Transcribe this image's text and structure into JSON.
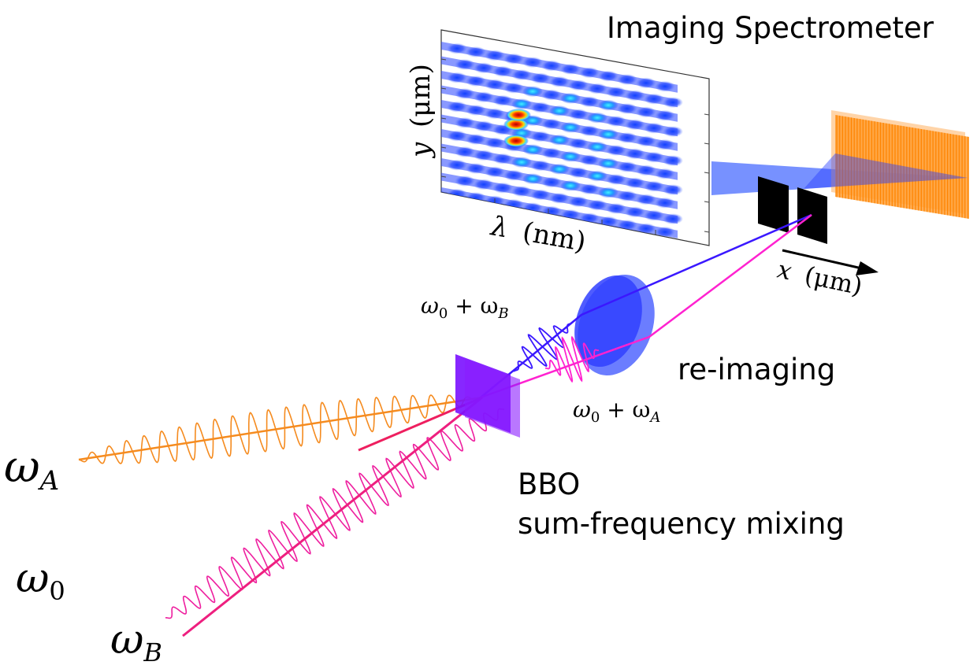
{
  "labels": {
    "title": "Imaging Spectrometer",
    "reimaging": "re-imaging",
    "bbo": "BBO",
    "sfm": "sum-frequency mixing",
    "y_axis_var": "y",
    "y_axis_unit": "(μm)",
    "lambda_axis_var": "λ",
    "lambda_axis_unit": "(nm)",
    "x_axis_var": "x",
    "x_axis_unit": "(μm)",
    "omega_A_base": "ω",
    "omega_A_sub": "A",
    "omega_0_base": "ω",
    "omega_0_sub": "0",
    "omega_B_base": "ω",
    "omega_B_sub": "B",
    "sum_B_left": "ω",
    "sum_B_left_sub": "0",
    "sum_B_plus": " + ω",
    "sum_B_right_sub": "B",
    "sum_A_left": "ω",
    "sum_A_left_sub": "0",
    "sum_A_plus": " + ω",
    "sum_A_right_sub": "A"
  },
  "colors": {
    "orange": "#f58b1f",
    "magenta": "#ee1f7f",
    "pink": "#ee22b8",
    "blue": "#3b1aff",
    "violet": "#8a1cff",
    "lens": "#4a5cff",
    "grating": "#ff9a2a",
    "beam": "#5a7cff"
  }
}
